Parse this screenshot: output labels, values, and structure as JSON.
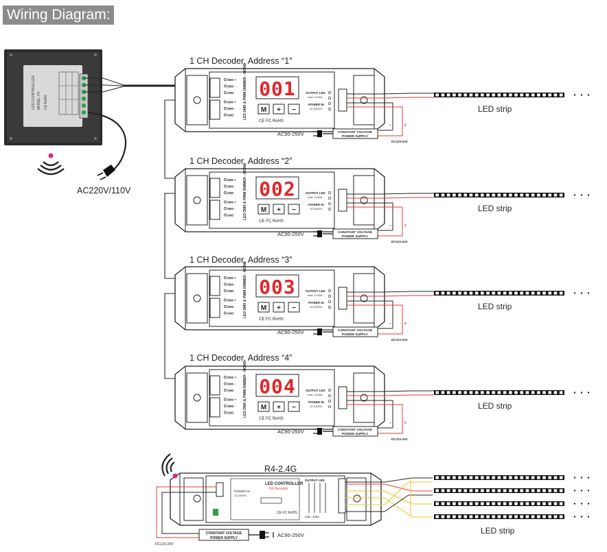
{
  "header": {
    "title": "Wiring Diagram:"
  },
  "controller": {
    "label_lines": [
      "LED CONTROLLER",
      "MODEL: P1"
    ],
    "certs": "CE RoHS",
    "mains_label": "AC220V/110V"
  },
  "decoders": [
    {
      "title": "1 CH Decoder, Address “1”",
      "display": "001"
    },
    {
      "title": "1 CH Decoder, Address “2”",
      "display": "002"
    },
    {
      "title": "1 CH Decoder, Address “3”",
      "display": "003"
    },
    {
      "title": "1 CH Decoder, Address “4”",
      "display": "004"
    }
  ],
  "decoder_labels": {
    "terminals": [
      "DMX +",
      "DMX -",
      "GND",
      "DMX +",
      "DMX -",
      "GND"
    ],
    "side_text": "LED DMX & PWM DIMMER - MONO",
    "buttons": [
      "M",
      "+",
      "−"
    ],
    "certs": "CE FC RoHS",
    "output_led": "OUTPUT LED",
    "max_rating": "max. 1x15A",
    "power_in": "POWER IN",
    "power_volts": "12-24VDC",
    "ac_label": "AC90-250V",
    "psu_line1": "CONSTANT VOLTAGE",
    "psu_line2": "POWER SUPPLY",
    "dc_label": "DC12V-24V",
    "minus": "-",
    "plus": "+"
  },
  "strip_label": "LED strip",
  "receiver": {
    "title": "R4-2.4G",
    "name_line1": "LED CONTROLLER",
    "name_line2": "RF Receiver",
    "output_led": "OUTPUT LED",
    "power_in": "POWER IN",
    "power_volts": "12-24VDC",
    "max_rating": "max. 4x5A",
    "certs": "CE FC RoHS",
    "psu_line1": "CONSTANT VOLTAGE",
    "psu_line2": "POWER SUPPLY",
    "ac_label": "AC90-250V",
    "dc_label": "DC12V-24V",
    "strip_label": "LED strip"
  },
  "colors": {
    "wire_red": "#e53935",
    "wire_yellow": "#f0c419",
    "display_red": "#e0262a",
    "panel": "#2a2a2a"
  }
}
